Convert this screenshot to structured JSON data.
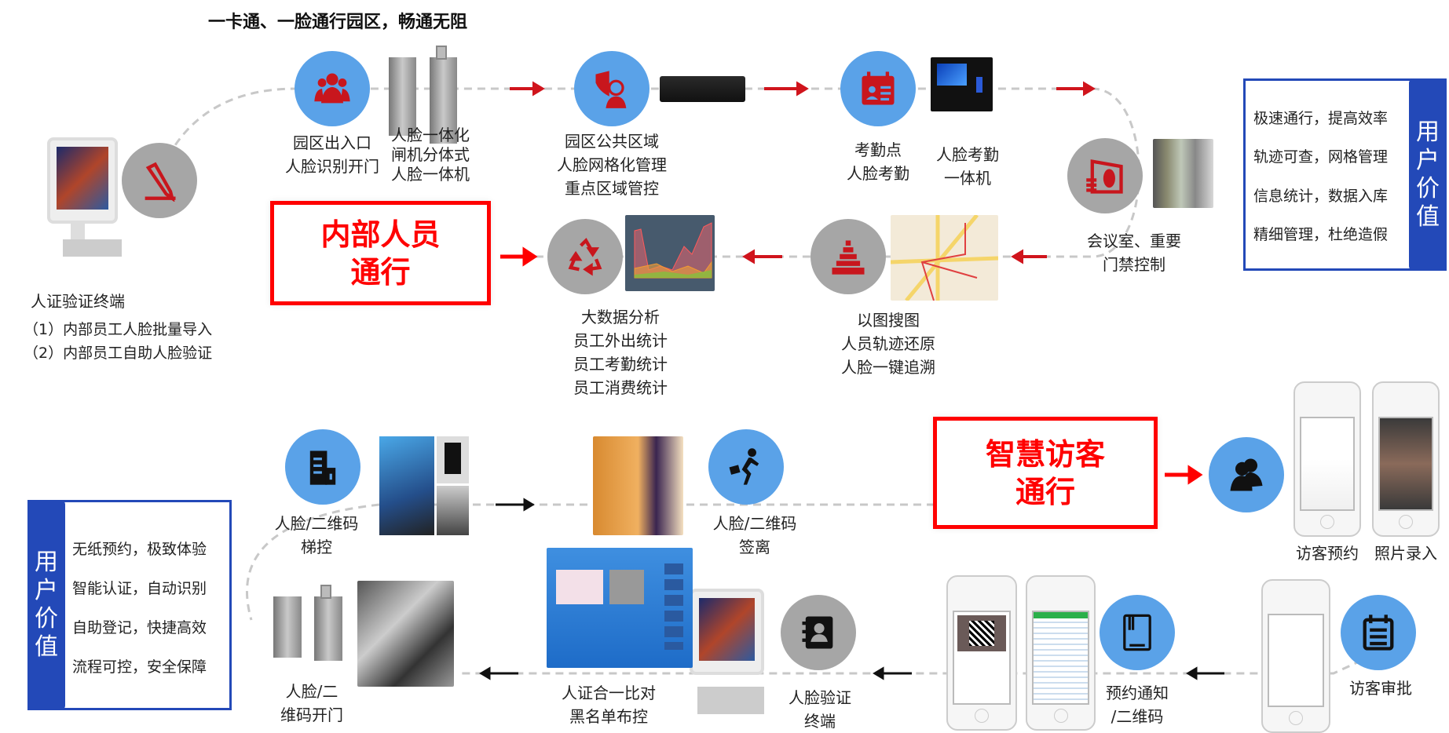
{
  "title": "一卡通、一脸通行园区，畅通无阻",
  "colors": {
    "accent_red": "#ff0000",
    "icon_red": "#c8161d",
    "circle_blue": "#5aa2e8",
    "circle_gray": "#a6a6a6",
    "value_blue": "#2349b8"
  },
  "terminal": {
    "title": "人证验证终端",
    "items": [
      "（1）内部员工人脸批量导入",
      "（2）内部员工自助人脸验证"
    ]
  },
  "internal": {
    "banner": [
      "内部人员",
      "通行"
    ],
    "nodes": [
      {
        "icon": "people-group-icon",
        "lines": [
          "园区出入口",
          "人脸识别开门"
        ]
      },
      {
        "icon": "turnstile-gate-image",
        "lines": [
          "人脸一体化",
          "闸机分体式",
          "人脸一体机"
        ]
      },
      {
        "icon": "shield-person-icon",
        "lines": [
          "园区公共区域",
          "人脸网格化管理",
          "重点区域管控"
        ]
      },
      {
        "icon": "attendance-calendar-icon",
        "lines": [
          "考勤点",
          "人脸考勤"
        ]
      },
      {
        "icon": "attendance-device-image",
        "lines": [
          "人脸考勤",
          "一体机"
        ]
      },
      {
        "icon": "money-access-icon",
        "lines": [
          "会议室、重要",
          "门禁控制"
        ]
      },
      {
        "icon": "pyramid-icon",
        "lines": [
          "以图搜图",
          "人员轨迹还原",
          "人脸一键追溯"
        ]
      },
      {
        "icon": "recycle-icon",
        "lines": [
          "大数据分析",
          "员工外出统计",
          "员工考勤统计",
          "员工消费统计"
        ]
      }
    ],
    "value": {
      "tab": [
        "用",
        "户",
        "价",
        "值"
      ],
      "items": [
        "极速通行，提高效率",
        "轨迹可查，网格管理",
        "信息统计，数据入库",
        "精细管理，杜绝造假"
      ]
    }
  },
  "visitor": {
    "banner": [
      "智慧访客",
      "通行"
    ],
    "nodes": [
      {
        "icon": "building-icon",
        "lines": [
          "人脸/二维码",
          "梯控"
        ]
      },
      {
        "icon": "running-man-icon",
        "lines": [
          "人脸/二维码",
          "签离"
        ]
      },
      {
        "icon": "users-icon",
        "lines": [
          "访客预约"
        ]
      },
      {
        "icon": "photo-phone-image",
        "lines": [
          "照片录入"
        ]
      },
      {
        "icon": "calendar-list-icon",
        "lines": [
          "访客审批"
        ]
      },
      {
        "icon": "notebook-icon",
        "lines": [
          "预约通知",
          "/二维码"
        ]
      },
      {
        "icon": "contact-book-icon",
        "lines": [
          "人脸验证",
          "终端"
        ]
      },
      {
        "icon": "compare-screen-image",
        "lines": [
          "人证合一比对",
          "黑名单布控"
        ]
      },
      {
        "icon": "gate-card-image",
        "lines": [
          "人脸/二",
          "维码开门"
        ]
      }
    ],
    "value": {
      "tab": [
        "用",
        "户",
        "价",
        "值"
      ],
      "items": [
        "无纸预约，极致体验",
        "智能认证，自动识别",
        "自助登记，快捷高效",
        "流程可控，安全保障"
      ]
    }
  }
}
